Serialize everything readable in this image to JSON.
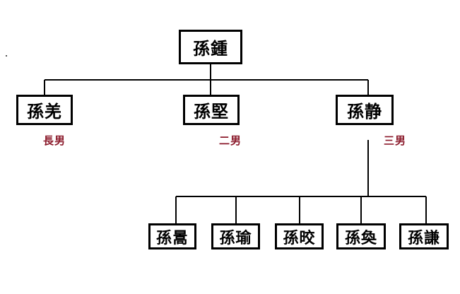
{
  "colors": {
    "line": "#000000",
    "box_border": "#000000",
    "rank_text": "#8b1a2b"
  },
  "root": {
    "name": "孫鍾"
  },
  "sons": [
    {
      "name": "孫羌",
      "rank": "長男"
    },
    {
      "name": "孫堅",
      "rank": "二男"
    },
    {
      "name": "孫静",
      "rank": "三男"
    }
  ],
  "grandsons": [
    {
      "name": "孫暠"
    },
    {
      "name": "孫瑜"
    },
    {
      "name": "孫晈"
    },
    {
      "name": "孫奐"
    },
    {
      "name": "孫謙"
    }
  ]
}
